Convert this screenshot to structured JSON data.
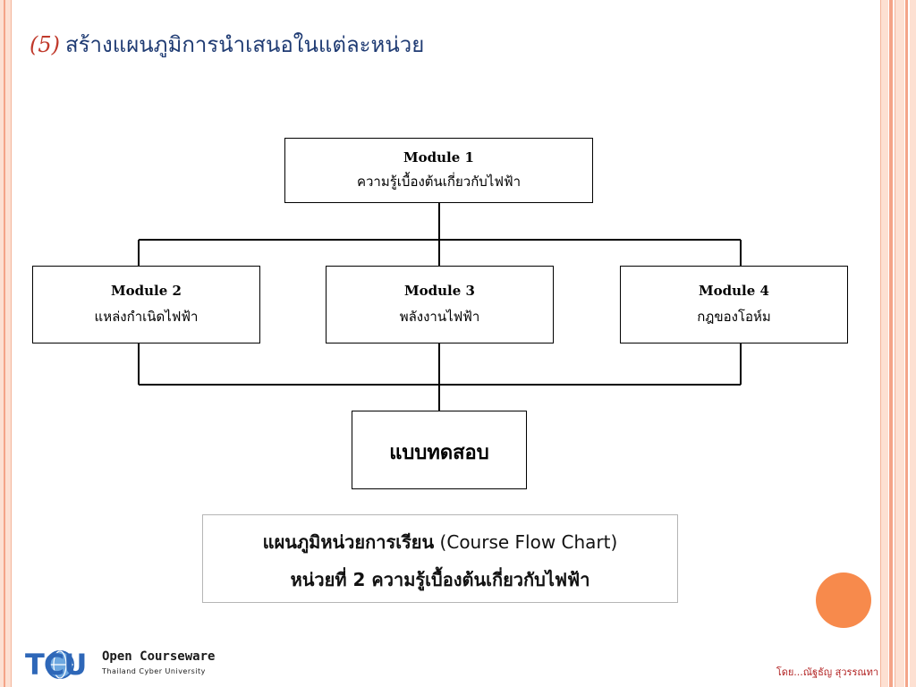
{
  "slide": {
    "title_number": "(5)",
    "title_text": "สร้างแผนภูมิการนำเสนอในแต่ละหน่วย"
  },
  "diagram": {
    "module1": {
      "title": "Module 1",
      "subtitle": "ความรู้เบื้องต้นเกี่ยวกับไฟฟ้า"
    },
    "module2": {
      "title": "Module 2",
      "subtitle": "แหล่งกำเนิดไฟฟ้า"
    },
    "module3": {
      "title": "Module 3",
      "subtitle": "พลังงานไฟฟ้า"
    },
    "module4": {
      "title": "Module 4",
      "subtitle": "กฎของโอห์ม"
    },
    "test": {
      "label": "แบบทดสอบ"
    }
  },
  "caption": {
    "line1_bold": "แผนภูมิหน่วยการเรียน",
    "line1_rest": "(Course Flow Chart)",
    "line2": "หน่วยที่ 2 ความรู้เบื้องต้นเกี่ยวกับไฟฟ้า"
  },
  "footer": {
    "logo_text": "TCU",
    "logo_line1": "Open Courseware",
    "logo_line2": "Thailand Cyber University",
    "author": "โดย...ณัฐธัญ สุวรรณทา"
  },
  "colors": {
    "accent_orange": "#f78a4c",
    "title_blue": "#1f3b73",
    "title_number_red": "#c0392b",
    "border_peach": "#fde0d2"
  }
}
